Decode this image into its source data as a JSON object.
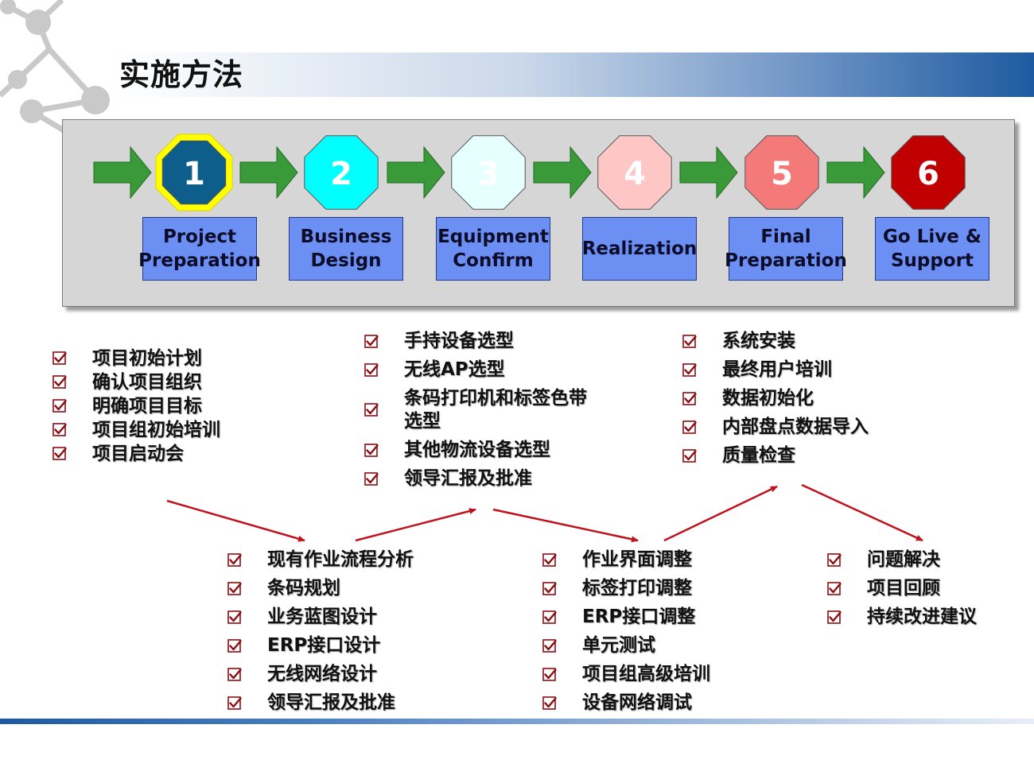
{
  "title": "实施方法",
  "colors": {
    "arrow_green": "#3a9a3a",
    "connector_red": "#c0121d",
    "phase_box_fill": "#6b8ff2",
    "title_bar_end": "#1e5aa0"
  },
  "phases": [
    {
      "number": "1",
      "label": "Project\nPreparation",
      "fill": "#0e5e8c",
      "text_color": "#ffffff",
      "highlight": true
    },
    {
      "number": "2",
      "label": "Business\nDesign",
      "fill": "#00ffff",
      "text_color": "#ffffff",
      "highlight": false
    },
    {
      "number": "3",
      "label": "Equipment\nConfirm",
      "fill": "#e6ffff",
      "text_color": "#ffffff",
      "highlight": false
    },
    {
      "number": "4",
      "label": "Realization",
      "fill": "#ffc6c6",
      "text_color": "#ffffff",
      "highlight": false
    },
    {
      "number": "5",
      "label": "Final\nPreparation",
      "fill": "#f47a7a",
      "text_color": "#ffffff",
      "highlight": false
    },
    {
      "number": "6",
      "label": "Go Live &\nSupport",
      "fill": "#c00000",
      "text_color": "#ffffff",
      "highlight": false
    }
  ],
  "checkbox_icon": "checked-box-icon",
  "tasks": [
    [
      "项目初始计划",
      "确认项目组织",
      "明确项目目标",
      "项目组初始培训",
      "项目启动会"
    ],
    [
      "现有作业流程分析",
      "条码规划",
      "业务蓝图设计",
      "ERP接口设计",
      "无线网络设计",
      "领导汇报及批准"
    ],
    [
      "手持设备选型",
      "无线AP选型",
      "条码打印机和标签色带\n选型",
      "其他物流设备选型",
      "领导汇报及批准"
    ],
    [
      "作业界面调整",
      "标签打印调整",
      "ERP接口调整",
      "单元测试",
      "项目组高级培训",
      "设备网络调试"
    ],
    [
      "系统安装",
      "最终用户培训",
      "数据初始化",
      "内部盘点数据导入",
      "质量检查"
    ],
    [
      "问题解决",
      "项目回顾",
      "持续改进建议"
    ]
  ]
}
